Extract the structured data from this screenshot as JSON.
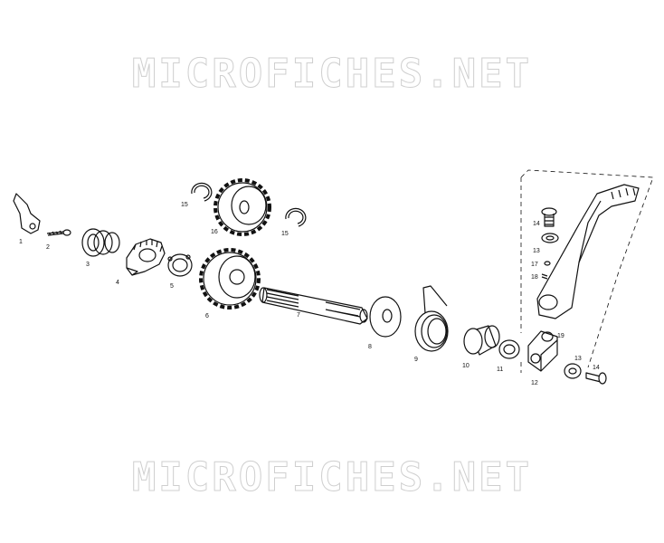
{
  "watermark": {
    "top_text": "MICROFICHES.NET",
    "bottom_text": "MICROFICHES.NET"
  },
  "labels": {
    "p1": "1",
    "p2": "2",
    "p3": "3",
    "p4": "4",
    "p5": "5",
    "p6": "6",
    "p7": "7",
    "p8": "8",
    "p9": "9",
    "p10": "10",
    "p11": "11",
    "p12": "12",
    "p13a": "13",
    "p13b": "13",
    "p14a": "14",
    "p14b": "14",
    "p15a": "15",
    "p15b": "15",
    "p16": "16",
    "p17": "17",
    "p18": "18",
    "p19": "19"
  },
  "colors": {
    "line": "#111111",
    "watermark": "#cfcfcf",
    "background": "#ffffff"
  }
}
